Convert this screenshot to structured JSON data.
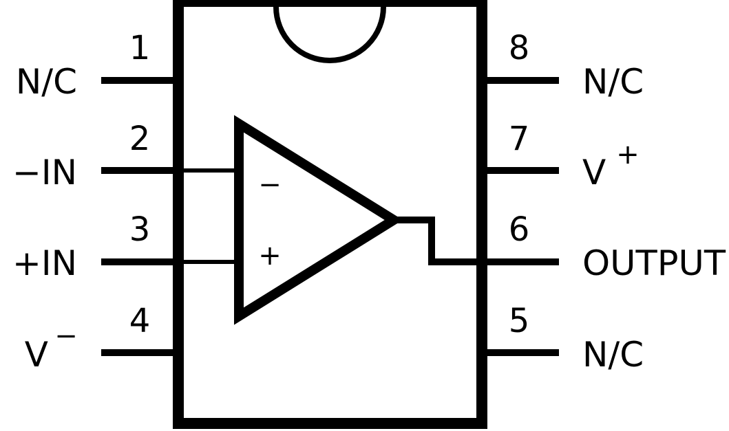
{
  "pins": {
    "p1": {
      "number": "1",
      "label": "N/C"
    },
    "p2": {
      "number": "2",
      "label": "−IN"
    },
    "p3": {
      "number": "3",
      "label": "+IN"
    },
    "p4": {
      "number": "4",
      "label": "V",
      "superscript": "−"
    },
    "p5": {
      "number": "5",
      "label": "N/C"
    },
    "p6": {
      "number": "6",
      "label": "OUTPUT"
    },
    "p7": {
      "number": "7",
      "label": "V",
      "superscript": "+"
    },
    "p8": {
      "number": "8",
      "label": "N/C"
    }
  },
  "opamp": {
    "minus_symbol": "−",
    "plus_symbol": "+"
  }
}
